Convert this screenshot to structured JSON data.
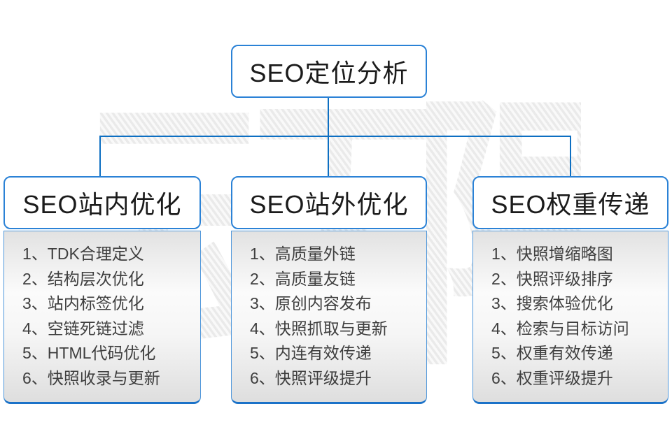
{
  "watermark": {
    "text": "云无限"
  },
  "root": {
    "title": "SEO定位分析"
  },
  "columns": [
    {
      "title": "SEO站内优化",
      "items": [
        "1、TDK合理定义",
        "2、结构层次优化",
        "3、站内标签优化",
        "4、空链死链过滤",
        "5、HTML代码优化",
        "6、快照收录与更新"
      ]
    },
    {
      "title": "SEO站外优化",
      "items": [
        "1、高质量外链",
        "2、高质量友链",
        "3、原创内容发布",
        "4、快照抓取与更新",
        "5、内连有效传递",
        "6、快照评级提升"
      ]
    },
    {
      "title": "SEO权重传递",
      "items": [
        "1、快照增缩略图",
        "2、快照评级排序",
        "3、搜索体验优化",
        "4、检索与目标访问",
        "5、权重有效传递",
        "6、权重评级提升"
      ]
    }
  ],
  "colors": {
    "accent_blue_border": "#2b82d6",
    "connector_blue": "#0d6fc2",
    "panel_bottom_blue": "#1b72c8",
    "title_text": "#1b1b1b",
    "list_text": "#3e3e3e",
    "watermark_gray": "#eaeaea"
  }
}
